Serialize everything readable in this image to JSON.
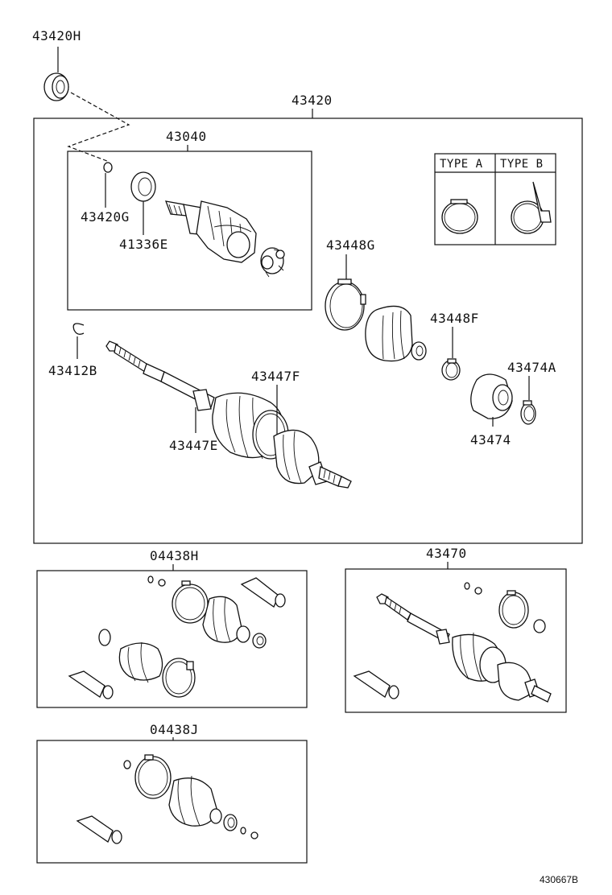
{
  "labels": {
    "p43420H": "43420H",
    "p43420": "43420",
    "p43040": "43040",
    "p43420G": "43420G",
    "p41336E": "41336E",
    "p43448G": "43448G",
    "p43448F": "43448F",
    "p43412B": "43412B",
    "p43447F": "43447F",
    "p43447E": "43447E",
    "p43474A": "43474A",
    "p43474": "43474",
    "p04438H": "04438H",
    "p43470": "43470",
    "p04438J": "04438J"
  },
  "type_table": {
    "type_a": "TYPE  A",
    "type_b": "TYPE  B"
  },
  "diagram_ref": "430667B"
}
